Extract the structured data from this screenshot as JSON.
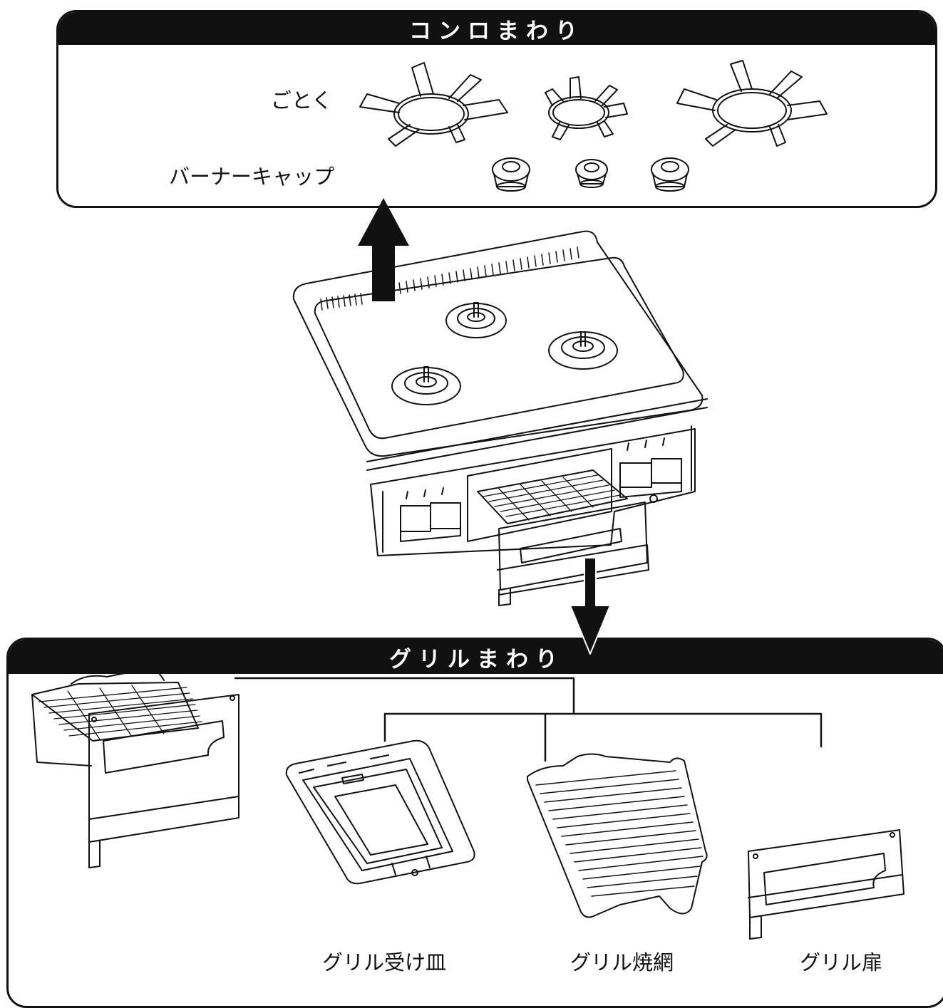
{
  "top_section": {
    "title": "コンロまわり",
    "trivet_label": "ごとく",
    "burner_cap_label": "バーナーキャップ"
  },
  "bottom_section": {
    "title": "グリルまわり",
    "parts": [
      {
        "label": "グリル受け皿"
      },
      {
        "label": "グリル焼網"
      },
      {
        "label": "グリル扉"
      }
    ]
  }
}
